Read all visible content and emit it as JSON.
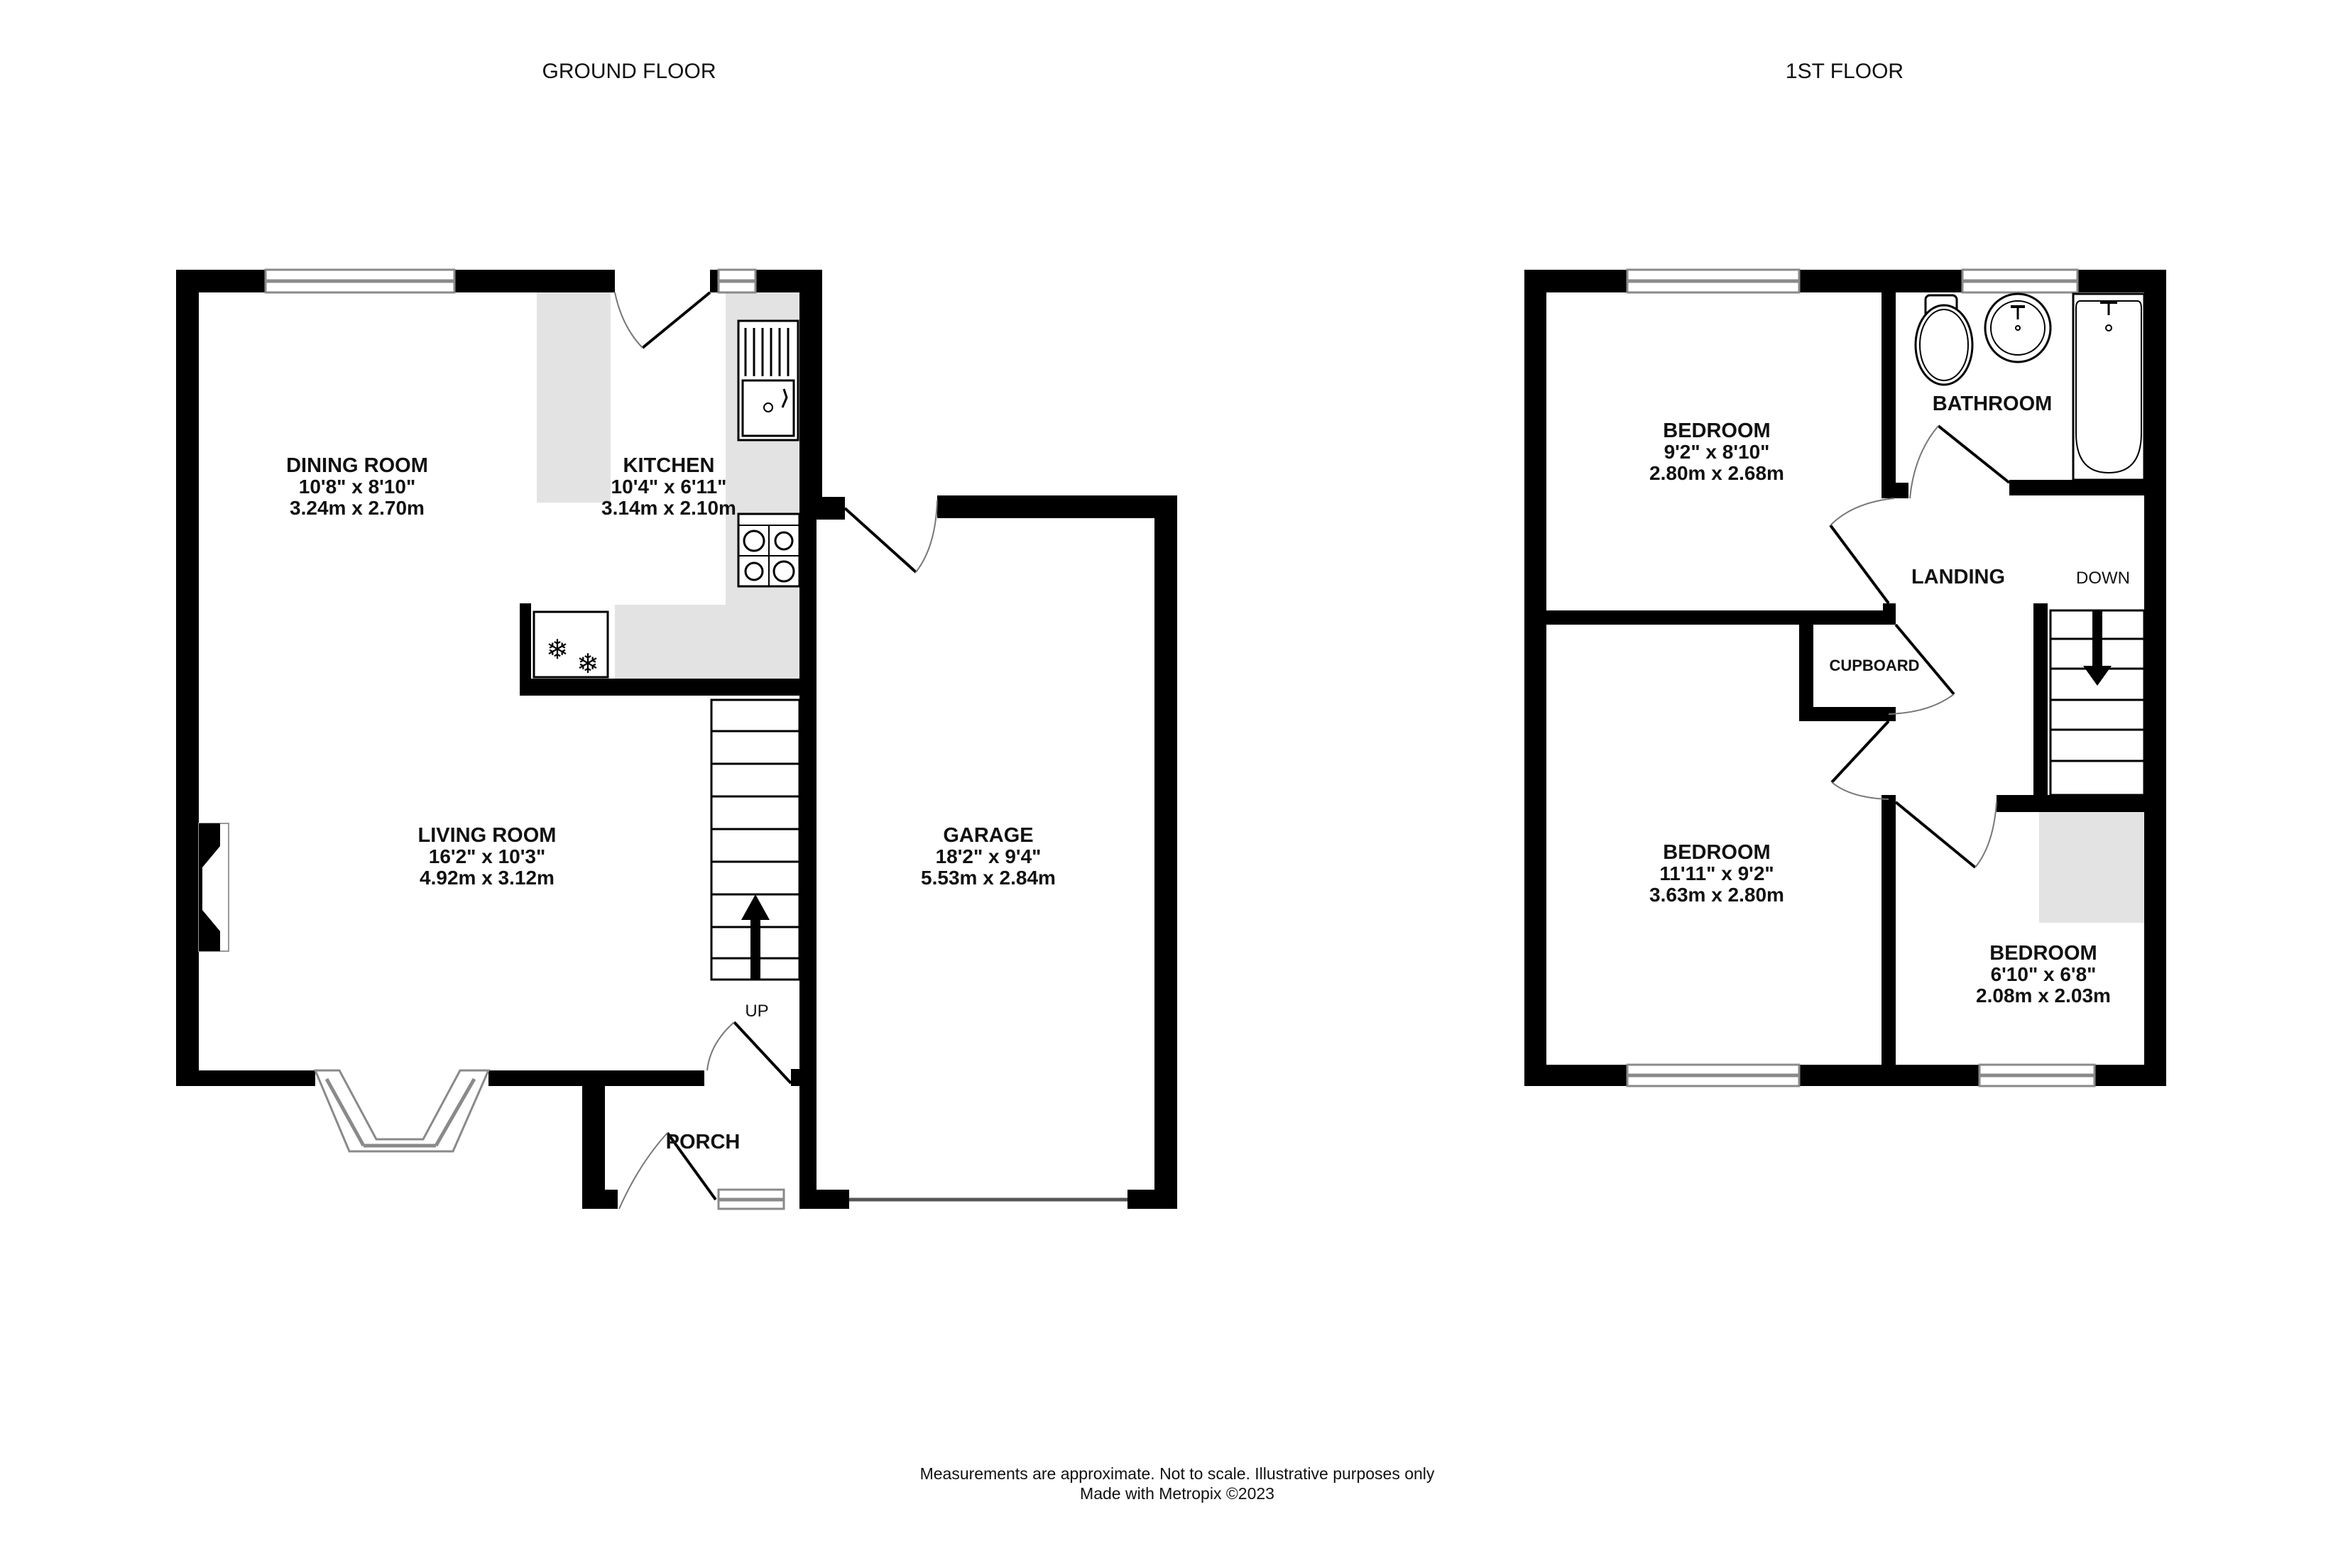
{
  "ground_floor": {
    "title": "GROUND FLOOR",
    "rooms": {
      "dining_room": {
        "name": "DINING ROOM",
        "imperial": "10'8\"  x 8'10\"",
        "metric": "3.24m  x 2.70m"
      },
      "kitchen": {
        "name": "KITCHEN",
        "imperial": "10'4\"  x 6'11\"",
        "metric": "3.14m  x 2.10m"
      },
      "living_room": {
        "name": "LIVING ROOM",
        "imperial": "16'2\"  x 10'3\"",
        "metric": "4.92m  x 3.12m"
      },
      "garage": {
        "name": "GARAGE",
        "imperial": "18'2\"  x 9'4\"",
        "metric": "5.53m  x 2.84m"
      },
      "porch": {
        "name": "PORCH"
      }
    },
    "stairs_label": "UP",
    "fixtures": [
      "sink-icon",
      "hob-icon",
      "fridge-freezer-icon",
      "fireplace-icon",
      "bay-window-icon"
    ]
  },
  "first_floor": {
    "title": "1ST FLOOR",
    "rooms": {
      "bedroom_1": {
        "name": "BEDROOM",
        "imperial": "9'2\"  x 8'10\"",
        "metric": "2.80m  x 2.68m"
      },
      "bathroom": {
        "name": "BATHROOM"
      },
      "landing": {
        "name": "LANDING"
      },
      "cupboard": {
        "name": "CUPBOARD"
      },
      "bedroom_2": {
        "name": "BEDROOM",
        "imperial": "11'11\"  x 9'2\"",
        "metric": "3.63m  x 2.80m"
      },
      "bedroom_3": {
        "name": "BEDROOM",
        "imperial": "6'10\"  x 6'8\"",
        "metric": "2.08m  x 2.03m"
      }
    },
    "stairs_label": "DOWN",
    "fixtures": [
      "toilet-icon",
      "basin-icon",
      "bath-icon"
    ]
  },
  "footer": {
    "disclaimer": "Measurements are approximate.  Not to scale.  Illustrative purposes only",
    "credit": "Made with Metropix ©2023"
  },
  "colors": {
    "wall": "#000000",
    "fitted_units": "#e3e3e3",
    "window_frame": "#8a8a8a",
    "background": "#ffffff"
  }
}
